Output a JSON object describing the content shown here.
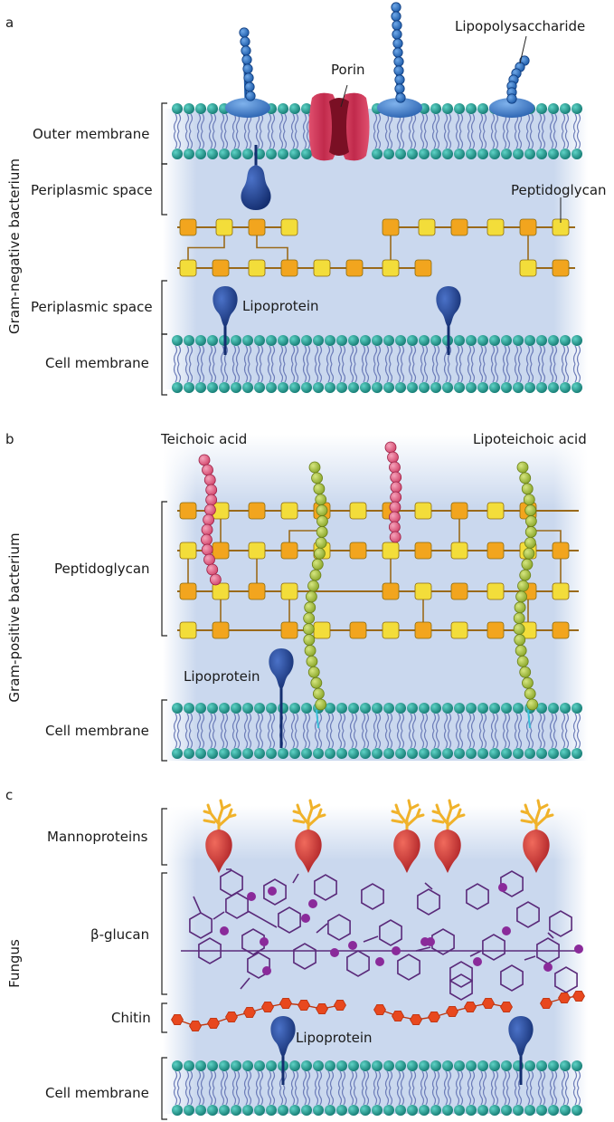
{
  "panels": [
    {
      "letter": "a",
      "side_label": "Gram-negative bacterium",
      "labels": {
        "outer_membrane": "Outer membrane",
        "periplasmic_space_upper": "Periplasmic space",
        "periplasmic_space_lower": "Periplasmic space",
        "cell_membrane": "Cell membrane",
        "porin": "Porin",
        "lipopolysaccharide": "Lipopolysaccharide",
        "peptidoglycan": "Peptidoglycan",
        "lipoprotein": "Lipoprotein"
      }
    },
    {
      "letter": "b",
      "side_label": "Gram-positive bacterium",
      "labels": {
        "teichoic_acid": "Teichoic acid",
        "lipoteichoic_acid": "Lipoteichoic acid",
        "peptidoglycan": "Peptidoglycan",
        "lipoprotein": "Lipoprotein",
        "cell_membrane": "Cell membrane"
      }
    },
    {
      "letter": "c",
      "side_label": "Fungus",
      "labels": {
        "mannoproteins": "Mannoproteins",
        "beta_glucan": "β-glucan",
        "chitin": "Chitin",
        "lipoprotein": "Lipoprotein",
        "cell_membrane": "Cell membrane"
      }
    }
  ],
  "colors": {
    "membrane_head": "#1fa59a",
    "membrane_tail": "#6b7bb8",
    "background_glow": "#b8cbe8",
    "lps_blue": "#2f6fc0",
    "porin": "#d23a5c",
    "lipoprotein": "#1f3f8f",
    "peptidoglycan_orange": "#f2a51e",
    "peptidoglycan_yellow": "#f3dd3a",
    "peptide_link": "#9a6a1a",
    "teichoic": "#e8668a",
    "lipoteichoic": "#a8c23c",
    "mannoprotein_red": "#c92b30",
    "mannoprotein_branch": "#f0b22a",
    "glucan": "#5a2a7a",
    "glucan_node": "#8a2a9a",
    "chitin": "#e8481e"
  }
}
